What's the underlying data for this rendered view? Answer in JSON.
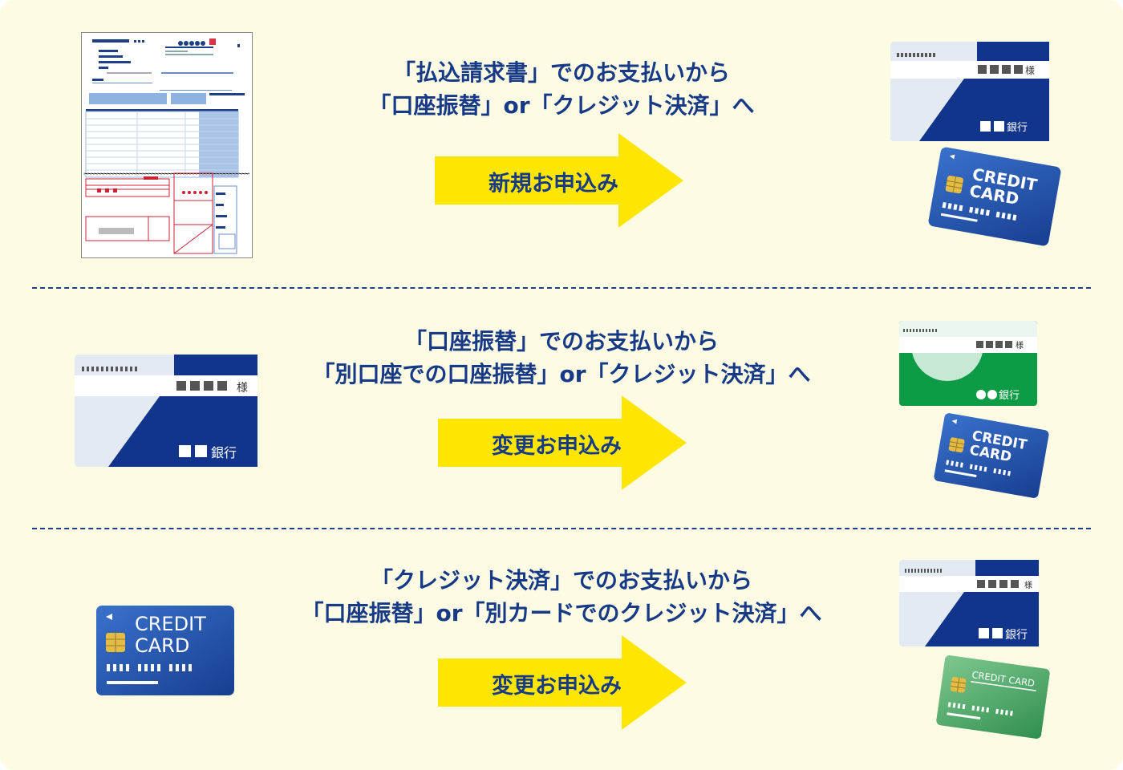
{
  "colors": {
    "background": "#fdfbe3",
    "text_navy": "#173a87",
    "arrow_yellow": "#ffe600",
    "bank_blue": "#10358a",
    "bank_green": "#0d9b45",
    "credit_blue": "#1d4fa8",
    "credit_green": "#3d9c5a",
    "invoice_red": "#cc2233"
  },
  "icons": [
    "invoice-form-icon",
    "bankbook-card-icon",
    "credit-card-icon",
    "arrow-right-icon"
  ],
  "rows": [
    {
      "heading_line1": "「払込請求書」でのお支払いから",
      "heading_line2": "「口座振替」or「クレジット決済」へ",
      "action_label": "新規お申込み"
    },
    {
      "heading_line1": "「口座振替」でのお支払いから",
      "heading_line2": "「別口座での口座振替」or「クレジット決済」へ",
      "action_label": "変更お申込み"
    },
    {
      "heading_line1": "「クレジット決済」でのお支払いから",
      "heading_line2": "「口座振替」or「別カードでのクレジット決済」へ",
      "action_label": "変更お申込み"
    }
  ],
  "bank_card": {
    "holder_suffix": "様",
    "bank_suffix": "銀行"
  },
  "credit_card": {
    "line1": "CREDIT",
    "line2": "CARD",
    "single_line": "CREDIT CARD"
  }
}
